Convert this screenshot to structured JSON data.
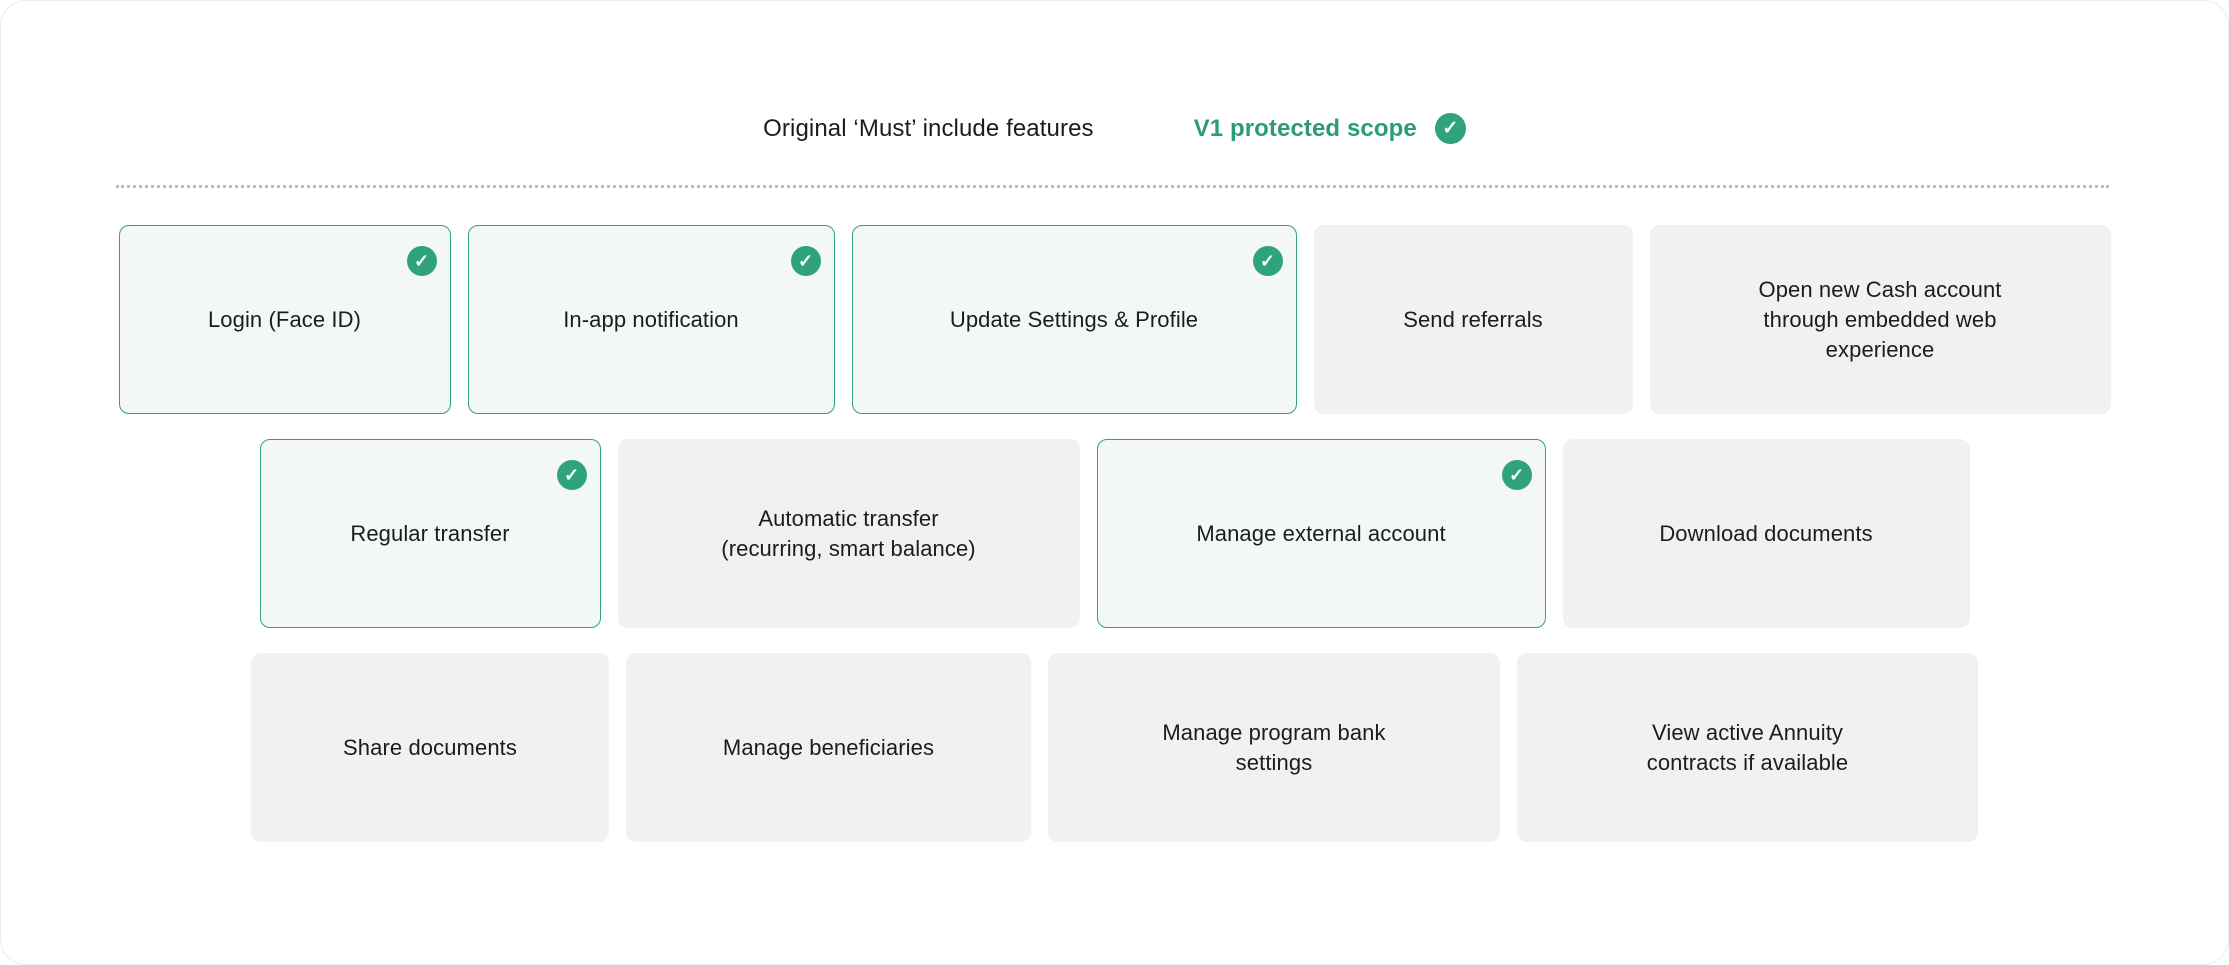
{
  "header": {
    "left_label": "Original ‘Must’ include features",
    "right_label": "V1 protected scope",
    "right_icon": "check-circle-icon",
    "check_glyph": "✓"
  },
  "colors": {
    "accent_green": "#2fa37d",
    "header_green_text": "#2a9d77",
    "green_card_bg": "#f3f8f6",
    "gray_card_bg": "#f1f1f2",
    "text": "#1c1c1e",
    "divider_dots": "#bcbcbc"
  },
  "rows": [
    [
      {
        "label": "Login (Face ID)",
        "checked": true
      },
      {
        "label": "In-app notification",
        "checked": true
      },
      {
        "label": "Update Settings & Profile",
        "checked": true
      },
      {
        "label": "Send referrals",
        "checked": false
      },
      {
        "label": "Open new Cash account\nthrough embedded web\nexperience",
        "checked": false
      }
    ],
    [
      {
        "label": "Regular transfer",
        "checked": true
      },
      {
        "label": "Automatic transfer\n(recurring, smart balance)",
        "checked": false
      },
      {
        "label": "Manage external account",
        "checked": true
      },
      {
        "label": "Download documents",
        "checked": false
      }
    ],
    [
      {
        "label": "Share documents",
        "checked": false
      },
      {
        "label": "Manage beneficiaries",
        "checked": false
      },
      {
        "label": "Manage program bank\nsettings",
        "checked": false
      },
      {
        "label": "View active Annuity\ncontracts if available",
        "checked": false
      }
    ]
  ]
}
